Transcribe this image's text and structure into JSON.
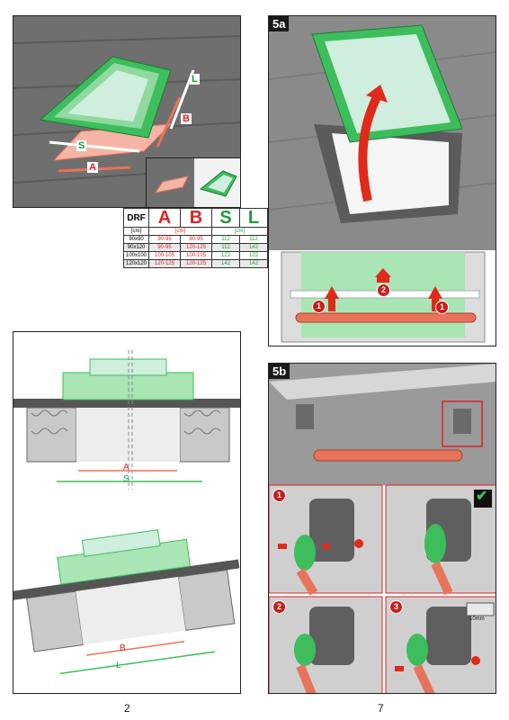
{
  "pages": {
    "left_number": "2",
    "right_number": "7"
  },
  "labels": {
    "a": "A",
    "b": "B",
    "s": "S",
    "l": "L",
    "step_5a": "5a",
    "step_5b": "5b",
    "marker_1": "1",
    "marker_2": "2",
    "marker_3": "3",
    "screw_size": "10mm"
  },
  "table": {
    "model": "DRF",
    "col_a": "A",
    "col_b": "B",
    "col_s": "S",
    "col_l": "L",
    "unit_size": "[cm]",
    "unit_ab": "[cm]",
    "unit_sl": "[cm]",
    "rows": [
      {
        "size": "90x90",
        "a": "90-95",
        "b": "90-95",
        "s": "112",
        "l": "112"
      },
      {
        "size": "90x120",
        "a": "90-95",
        "b": "120-125",
        "s": "112",
        "l": "142"
      },
      {
        "size": "100x100",
        "a": "100-105",
        "b": "100-105",
        "s": "122",
        "l": "122"
      },
      {
        "size": "120x120",
        "a": "120-125",
        "b": "120-125",
        "s": "142",
        "l": "142"
      }
    ]
  },
  "colors": {
    "green": "#3dbd5c",
    "green_light": "#a9e5b5",
    "red": "#e8735a",
    "red_dark": "#c81e1e",
    "roof": "#7a7a7a",
    "wall": "#9a9a9a"
  }
}
